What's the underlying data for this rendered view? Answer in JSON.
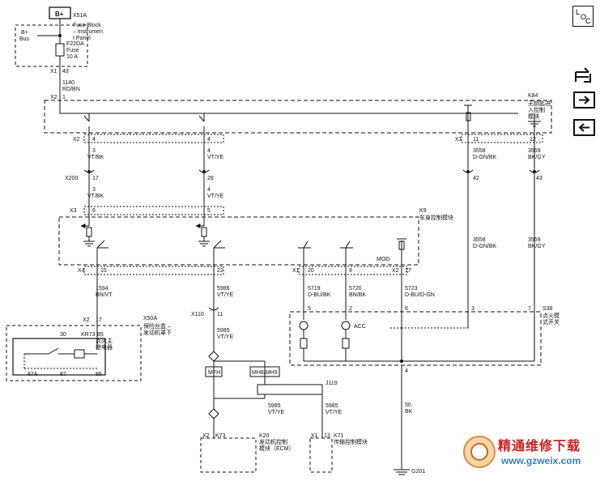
{
  "nav": {
    "loc_letters": [
      "L",
      "O",
      "C"
    ],
    "connector_icon": "harness-connector-icon",
    "forward_icon": "arrow-right-icon",
    "back_icon": "arrow-left-icon"
  },
  "power": {
    "label": "B+"
  },
  "fuse_block": {
    "connector": "X51A",
    "name_lines": [
      "Fuse Block",
      "– Instrumen",
      "t Panel"
    ],
    "bus_lines": [
      "B+",
      "Bus"
    ],
    "fuse_lines": [
      "F22DA",
      "Fuse",
      "10 A"
    ],
    "pin_x1": "X1",
    "pin_no": "43",
    "wire_lines": [
      "1140",
      "RD/BN"
    ]
  },
  "k84": {
    "id": "K84",
    "name_lines": [
      "无钥匙进",
      "入控制",
      "模块"
    ],
    "x2_pin": "X2",
    "x2_no": "1",
    "left_x2": "X2",
    "left_4a": "4",
    "left_4b": "4",
    "right_x1": "X1",
    "right_11": "11",
    "right_12": "12",
    "w1_lines": [
      "3",
      "VT/BK"
    ],
    "w2_lines": [
      "4",
      "VT/YE"
    ],
    "w3_lines": [
      "3558",
      "D-GN/BK"
    ],
    "w4_lines": [
      "3559",
      "BK/GY"
    ]
  },
  "x200": {
    "id": "X200",
    "pins": [
      "17",
      "28",
      "42",
      "43"
    ],
    "w1_lines": [
      "3",
      "VT/BK"
    ],
    "w2_lines": [
      "4",
      "VT/YE"
    ],
    "w3_lines": [
      "3558",
      "D-GN/BK"
    ],
    "w4_lines": [
      "3559",
      "BK/GY"
    ]
  },
  "k9": {
    "id": "K9",
    "name": "车身控制模块",
    "x3": "X3",
    "x3_6": "6",
    "x3_5": "5",
    "x4": "X4",
    "x4_15": "15",
    "x4_22": "22",
    "x1": "X1",
    "x1_20": "20",
    "x1_8": "8",
    "x2": "X2",
    "x2_17": "17",
    "mod": "MOD"
  },
  "lower_left": {
    "w_lines": [
      "1594",
      "BN/VT"
    ],
    "x2": "X2",
    "x2_17": "17"
  },
  "x50a": {
    "id": "X50A",
    "name_lines": [
      "保险丝盒 –",
      "发动机罩下"
    ],
    "kr73": "KR73",
    "relay_lines": [
      "点火主",
      "继电器"
    ],
    "p30": "30",
    "p85": "85",
    "p87a": "87A",
    "p87": "87",
    "p86": "86"
  },
  "middle": {
    "w_lines": [
      "5986",
      "VT/YE"
    ],
    "x110": "X110",
    "x110_11": "11",
    "w2_lines": [
      "5985",
      "VT/YE"
    ],
    "mfh": "MFH",
    "mh": "MH8/MH9",
    "j119": "J119"
  },
  "k20": {
    "x2": "X2",
    "k73": "K73",
    "id": "K20",
    "name_lines": [
      "发动机控制",
      "模块（ECM）"
    ]
  },
  "k71": {
    "w_lines": [
      "5985",
      "VT/YE"
    ],
    "x1": "X1",
    "p13": "13",
    "id": "K71",
    "name": "传输控制模块"
  },
  "s38": {
    "w5_lines": [
      "5719",
      "D-BU/BK"
    ],
    "w6_lines": [
      "5720",
      "BN/BK"
    ],
    "w7_lines": [
      "5723",
      "D-BU/D-GN"
    ],
    "p5": "5",
    "p2": "2",
    "p6": "6",
    "p3": "3",
    "p7": "7",
    "p4": "4",
    "id": "S38",
    "name_lines": [
      "点火模",
      "式开关"
    ],
    "acc": "ACC"
  },
  "ground": {
    "w_lines": [
      "50",
      "BK"
    ],
    "id": "G201"
  },
  "watermark": {
    "cn": "精通维修下载",
    "url": "www.gzweix.com"
  }
}
